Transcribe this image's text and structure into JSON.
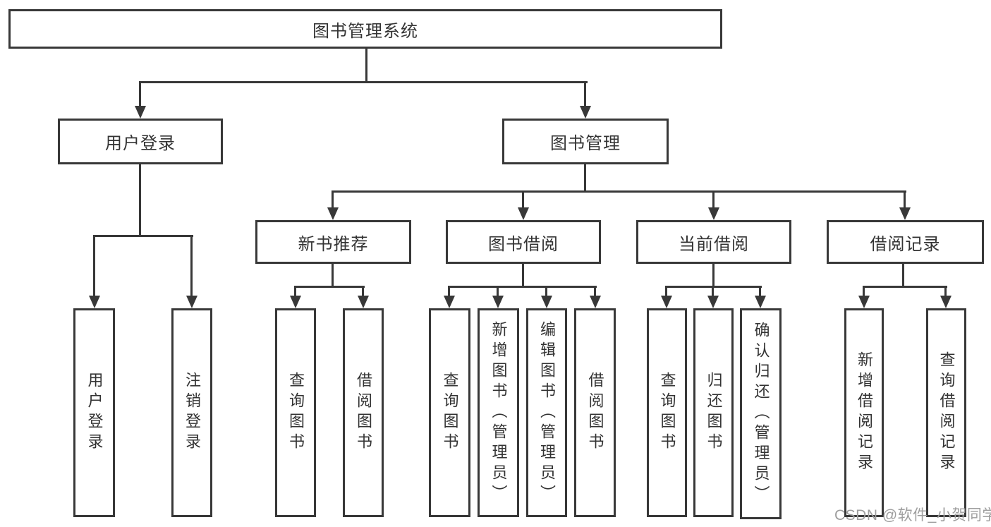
{
  "diagram_type": "hierarchy-tree",
  "colors": {
    "line": "#383838",
    "text": "#333333",
    "background": "#ffffff",
    "watermark_text": "#9e9e9e"
  },
  "tree": {
    "label": "图书管理系统",
    "children": [
      {
        "label": "用户登录",
        "children": [
          {
            "label": "用户登录"
          },
          {
            "label": "注销登录"
          }
        ]
      },
      {
        "label": "图书管理",
        "children": [
          {
            "label": "新书推荐",
            "children": [
              {
                "label": "查询图书"
              },
              {
                "label": "借阅图书"
              }
            ]
          },
          {
            "label": "图书借阅",
            "children": [
              {
                "label": "查询图书"
              },
              {
                "label": "新增图书（管理员）"
              },
              {
                "label": "编辑图书（管理员）"
              },
              {
                "label": "借阅图书"
              }
            ]
          },
          {
            "label": "当前借阅",
            "children": [
              {
                "label": "查询图书"
              },
              {
                "label": "归还图书"
              },
              {
                "label": "确认归还（管理员）"
              }
            ]
          },
          {
            "label": "借阅记录",
            "children": [
              {
                "label": "新增借阅记录"
              },
              {
                "label": "查询借阅记录"
              }
            ]
          }
        ]
      }
    ]
  },
  "watermark": {
    "text": "CSDN @软件_小贺同学"
  }
}
